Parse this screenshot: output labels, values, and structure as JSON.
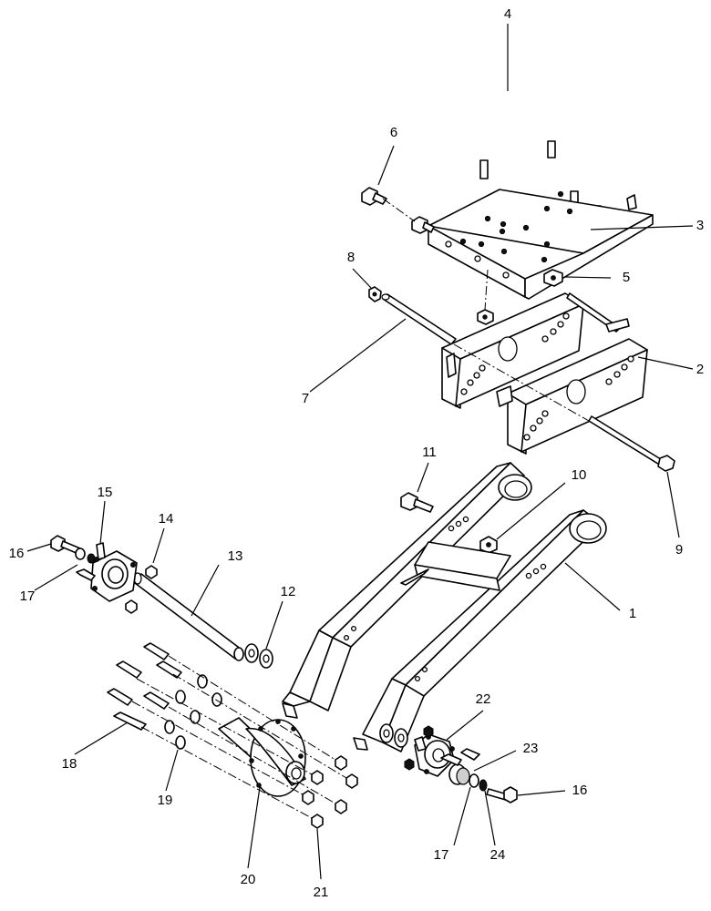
{
  "callouts": {
    "c1": "1",
    "c2": "2",
    "c3": "3",
    "c4": "4",
    "c5": "5",
    "c6": "6",
    "c7": "7",
    "c8": "8",
    "c9": "9",
    "c10": "10",
    "c11": "11",
    "c12": "12",
    "c13": "13",
    "c14": "14",
    "c15": "15",
    "c16a": "16",
    "c16b": "16",
    "c17a": "17",
    "c17b": "17",
    "c18": "18",
    "c19": "19",
    "c20": "20",
    "c21": "21",
    "c22": "22",
    "c23": "23",
    "c24": "24"
  }
}
